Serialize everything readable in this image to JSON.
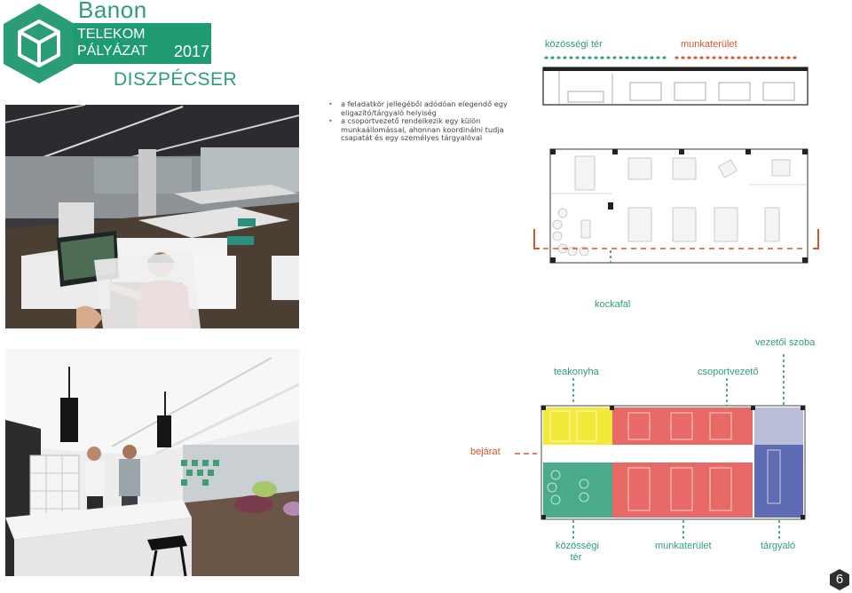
{
  "logo": {
    "brand": "Banon",
    "band_line1": "TELEKOM",
    "band_line2": "PÁLYÁZAT",
    "band_year": "2017",
    "subtitle": "DISZPÉCSER"
  },
  "bullets": [
    "a feladatkör jellegéből adódóan elegendő egy eligazító/tárgyaló helyiség",
    "a csoportvezető rendelkezik egy külön munkaállomással, ahonnan koordinálni tudja csapatát és egy személyes tárgyalóval"
  ],
  "top_plan": {
    "label_left": "közösségi tér",
    "label_right": "munkaterület",
    "label_bottom": "kockafal"
  },
  "bottom_plan": {
    "label_manager_room": "vezetői szoba",
    "label_kitchen": "teakonyha",
    "label_group_leader": "csoportvezető",
    "label_entrance": "bejárat",
    "label_community": "közösségi\ntér",
    "label_work_area": "munkaterület",
    "label_meeting": "tárgyaló"
  },
  "zone_colors": {
    "kitchen": "#f2e93b",
    "work": "#e86a66",
    "community": "#4aab89",
    "meeting": "#5d6cb3",
    "manager": "#b9bdd8"
  },
  "page_number": "6"
}
